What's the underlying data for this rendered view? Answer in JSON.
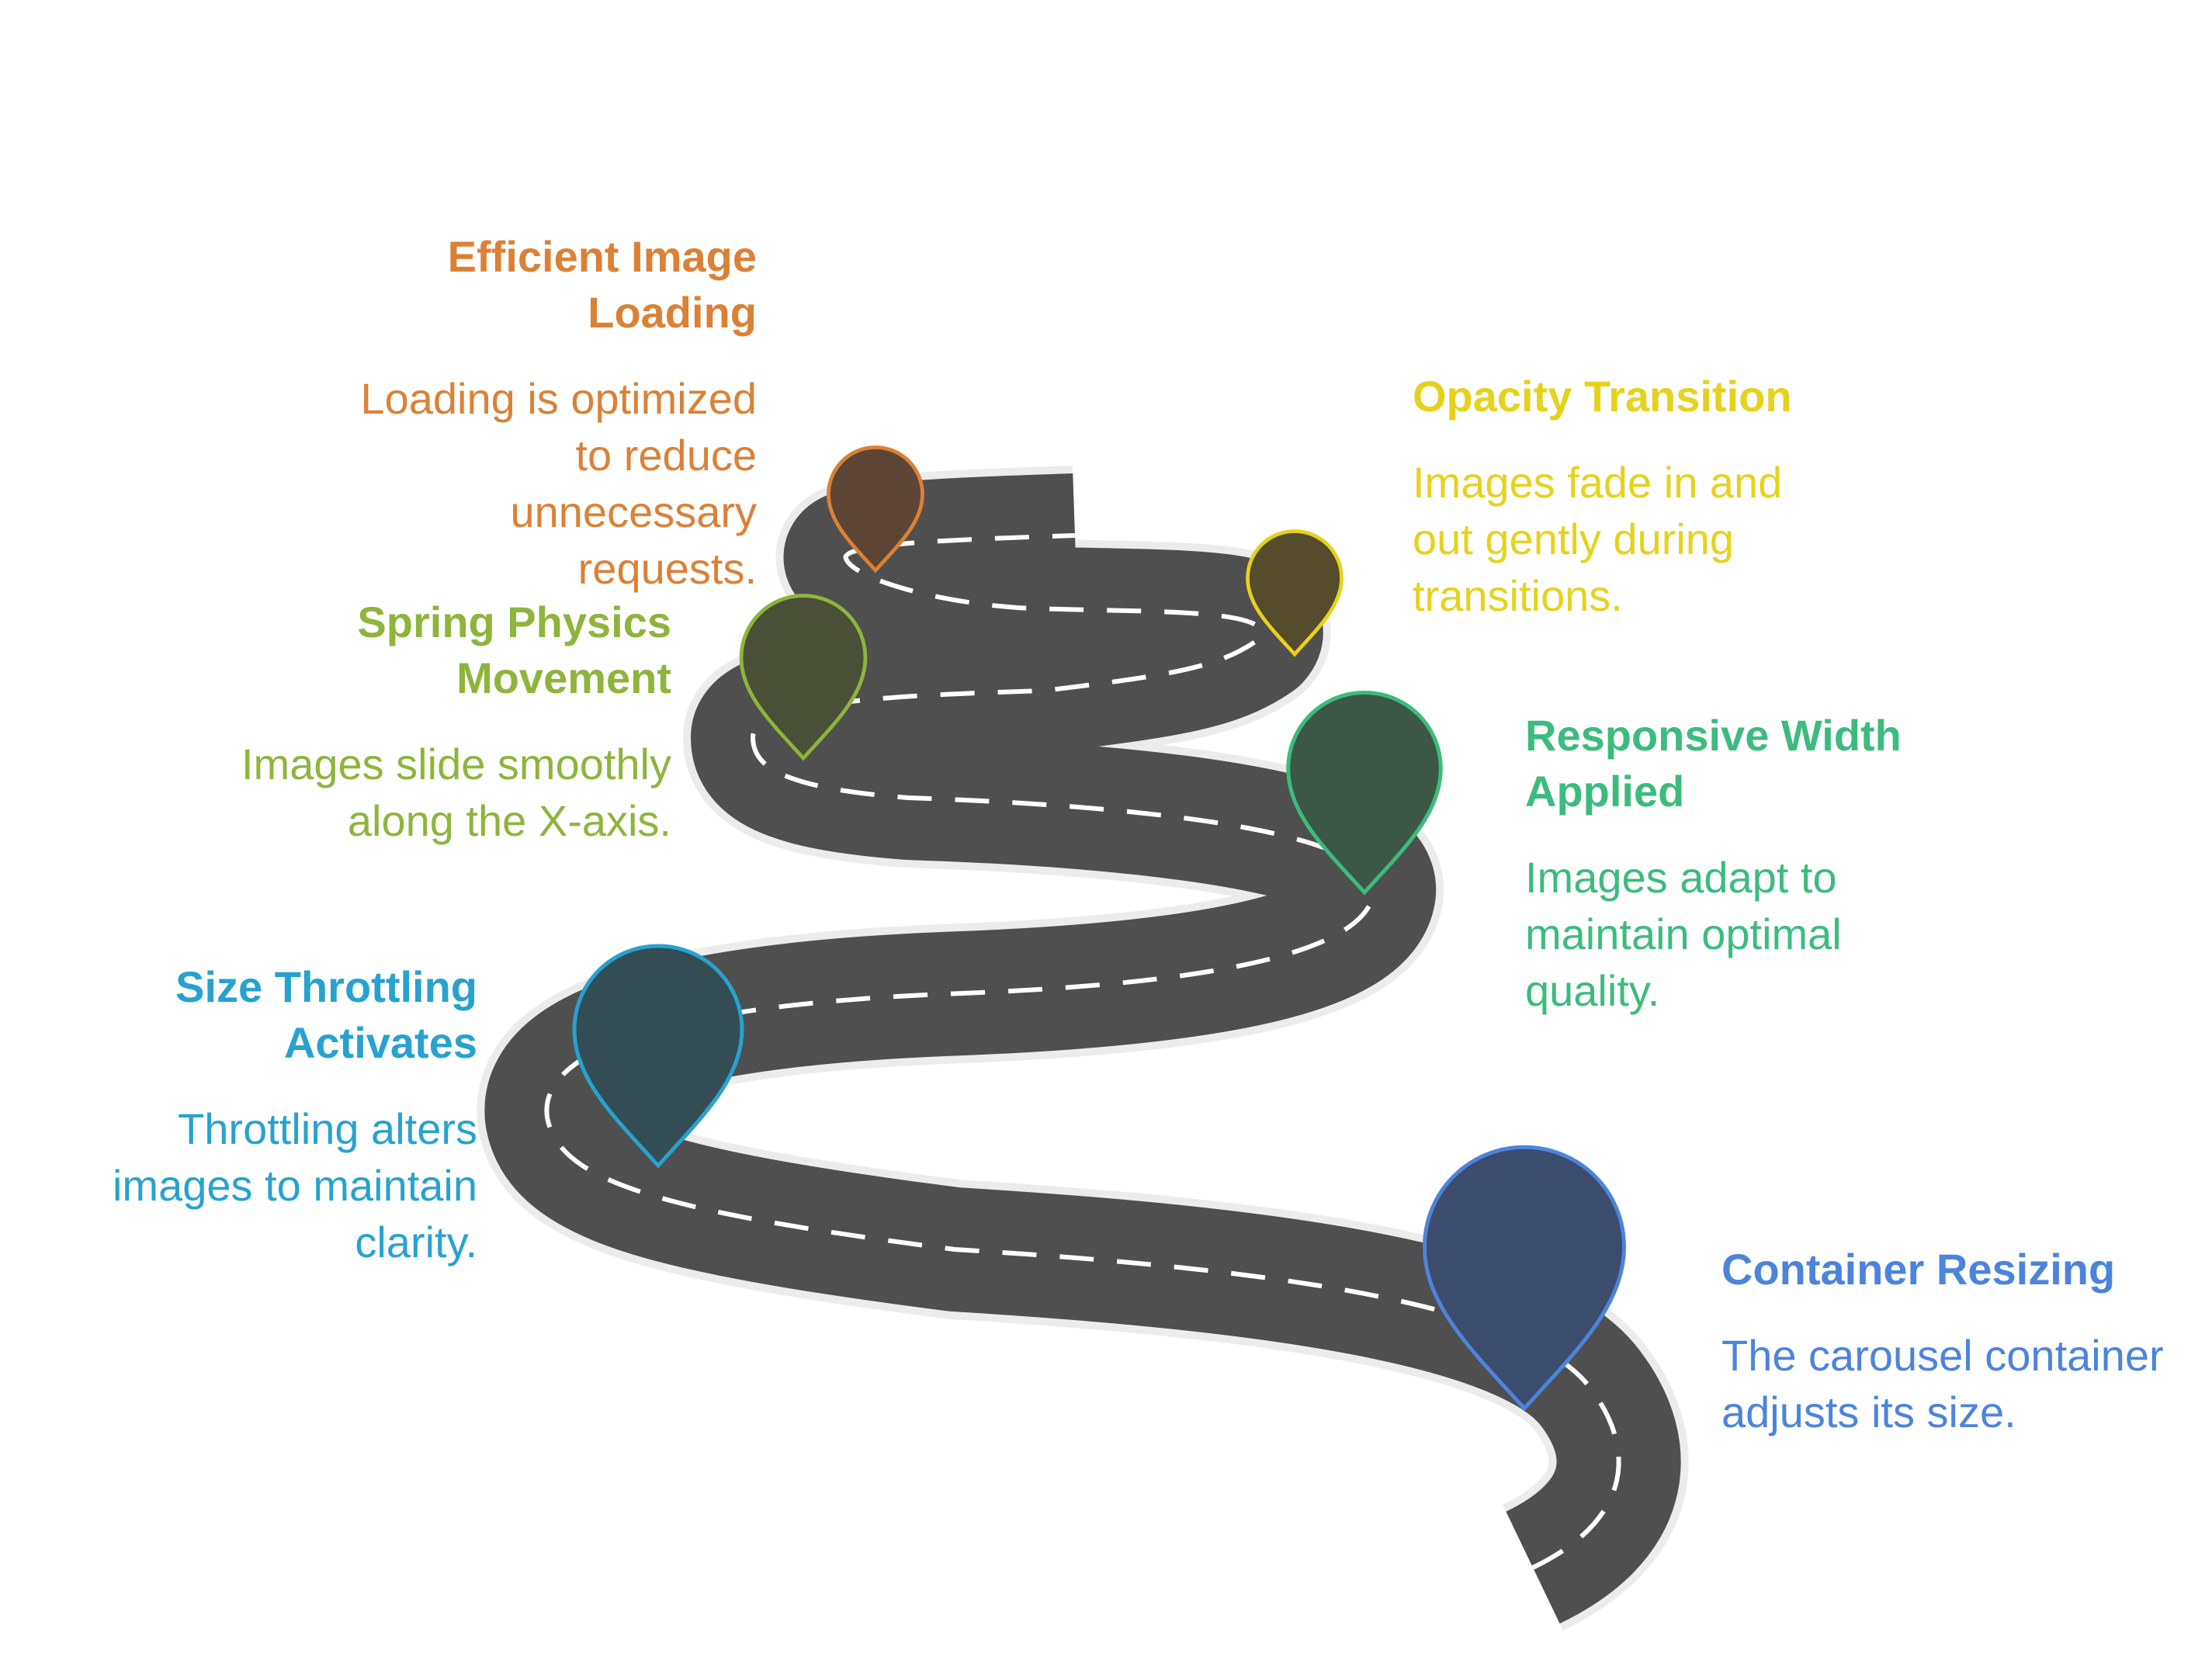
{
  "diagram": {
    "colors": {
      "road": "#4f4f4f",
      "road_edge": "#ececec",
      "lane_marking": "#ffffff"
    },
    "milestones": [
      {
        "id": "efficient-image-loading",
        "title": "Efficient Image Loading",
        "description": "Loading is optimized to reduce unnecessary requests.",
        "color": "#db8136",
        "pin_fill": "#5c4535"
      },
      {
        "id": "opacity-transition",
        "title": "Opacity Transition",
        "description": "Images fade in and out gently during transitions.",
        "color": "#e6d21c",
        "pin_fill": "#554c2c"
      },
      {
        "id": "spring-physics-movement",
        "title": "Spring Physics Movement",
        "description": "Images slide smoothly along the X-axis.",
        "color": "#8db53c",
        "pin_fill": "#4a4f37"
      },
      {
        "id": "responsive-width-applied",
        "title": "Responsive Width Applied",
        "description": "Images adapt to maintain optimal quality.",
        "color": "#3cbc7c",
        "pin_fill": "#3d5747"
      },
      {
        "id": "size-throttling-activates",
        "title": "Size Throttling Activates",
        "description": "Throttling alters images to maintain clarity.",
        "color": "#27a2d0",
        "pin_fill": "#344d55"
      },
      {
        "id": "container-resizing",
        "title": "Container Resizing",
        "description": "The carousel container adjusts its size.",
        "color": "#4c84dc",
        "pin_fill": "#3c4c6c"
      }
    ]
  }
}
